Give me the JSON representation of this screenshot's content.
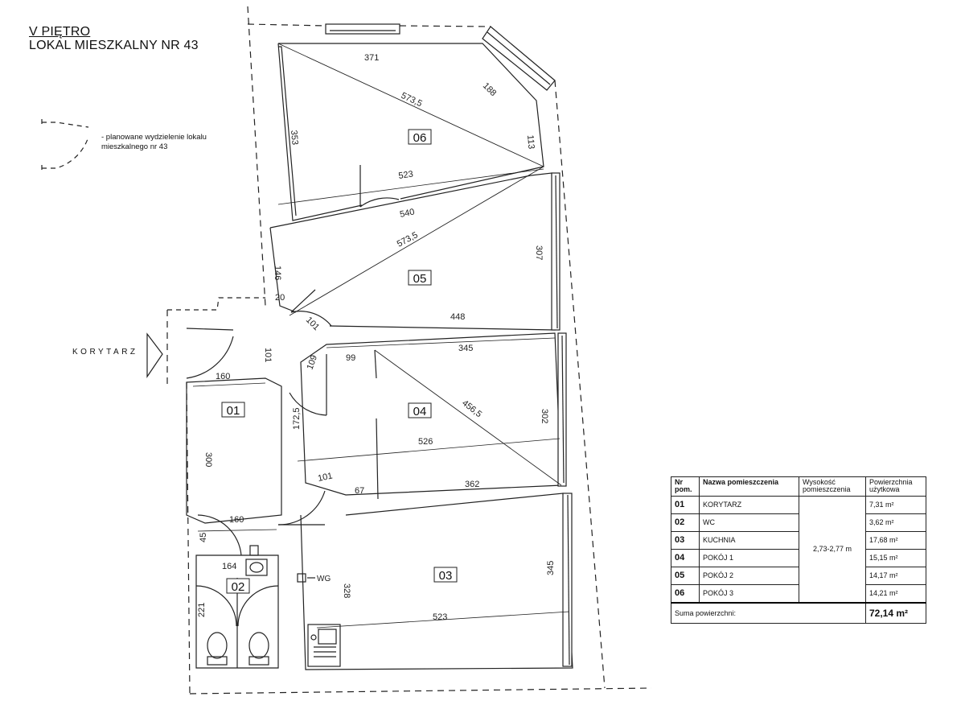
{
  "title": {
    "line1": "V PIĘTRO",
    "line2": "LOKAL MIESZKALNY NR 43"
  },
  "legend": {
    "text": "- planowane wydzielenie lokalu mieszkalnego nr 43"
  },
  "corridor_label": "KORYTARZ",
  "wc_label": "WG",
  "room_labels": [
    "01",
    "02",
    "03",
    "04",
    "05",
    "06"
  ],
  "dimensions": {
    "d371": "371",
    "d188": "188",
    "d5735a": "573,5",
    "d353": "353",
    "d113": "113",
    "d523a": "523",
    "d540": "540",
    "d5735b": "573,5",
    "d307": "307",
    "d146": "146",
    "d20": "20",
    "d448": "448",
    "d101a": "101",
    "d101b": "101",
    "d99": "99",
    "d345a": "345",
    "d109": "109",
    "d160a": "160",
    "d4565": "456,5",
    "d302": "302",
    "d1725": "172,5",
    "d526": "526",
    "d300": "300",
    "d101c": "101",
    "d67": "67",
    "d362": "362",
    "d160b": "160",
    "d45": "45",
    "d164": "164",
    "d328": "328",
    "d345b": "345",
    "d221": "221",
    "d523b": "523"
  },
  "table": {
    "headers": {
      "nr": "Nr pom.",
      "name": "Nazwa pomieszczenia",
      "height": "Wysokość pomieszczenia",
      "area": "Powierzchnia użytkowa"
    },
    "height_value": "2,73-2,77 m",
    "rows": [
      {
        "nr": "01",
        "name": "KORYTARZ",
        "area": "7,31 m²"
      },
      {
        "nr": "02",
        "name": "WC",
        "area": "3,62 m²"
      },
      {
        "nr": "03",
        "name": "KUCHNIA",
        "area": "17,68 m²"
      },
      {
        "nr": "04",
        "name": "POKÓJ 1",
        "area": "15,15 m²"
      },
      {
        "nr": "05",
        "name": "POKÓJ 2",
        "area": "14,17 m²"
      },
      {
        "nr": "06",
        "name": "POKÓJ 3",
        "area": "14,21 m²"
      }
    ],
    "sum_label": "Suma powierzchni:",
    "sum_value": "72,14 m²"
  }
}
